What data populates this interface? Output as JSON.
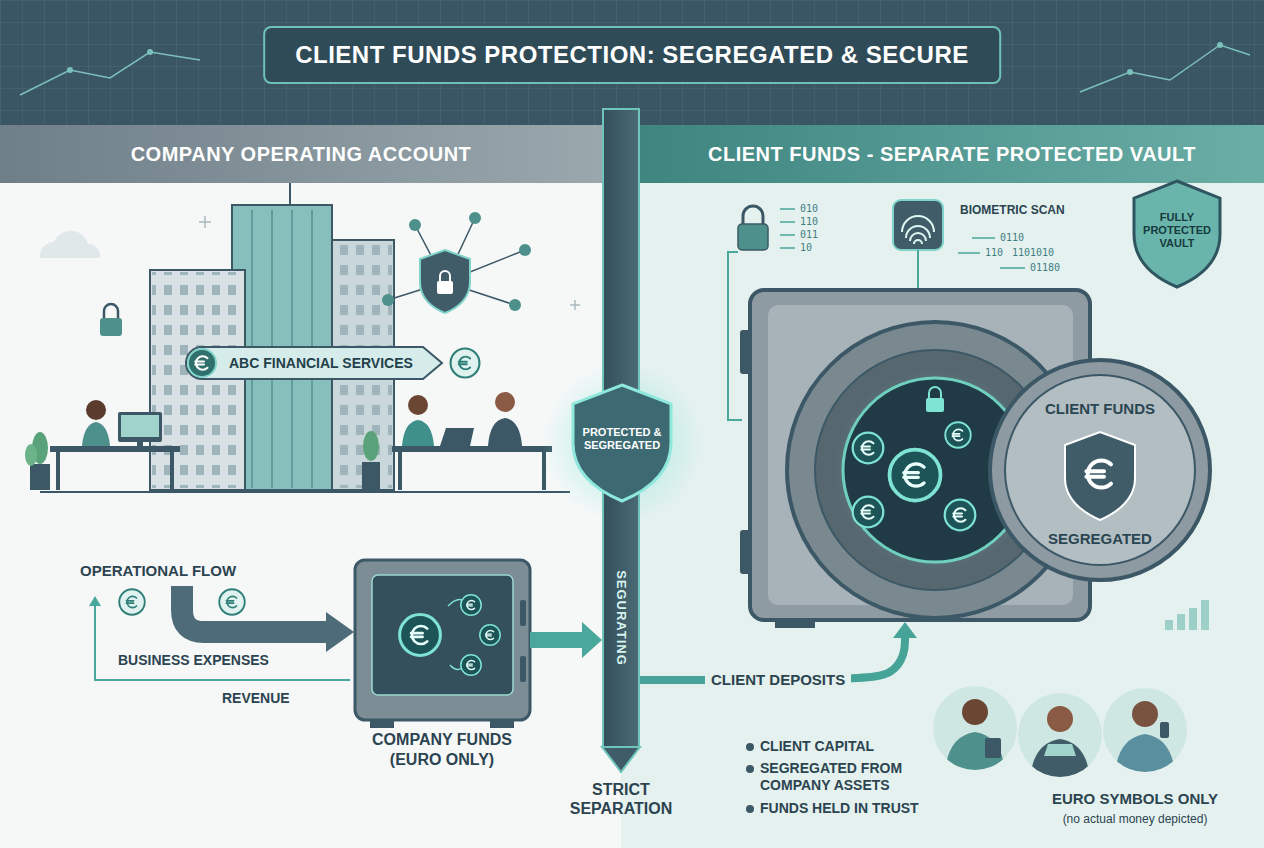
{
  "diagram": {
    "title": "CLIENT FUNDS PROTECTION: SEGREGATED & SECURE",
    "nodes": [
      {
        "text": [
          "COMPANY OPERATING ACCOUNT"
        ]
      },
      {
        "text": [
          "CLIENT FUNDS - SEPARATE PROTECTED VAULT"
        ]
      },
      {
        "text": [
          "ABC FINANCIAL SERVICES"
        ]
      },
      {
        "text": [
          "COMPANY FUNDS (EURO ONLY)"
        ]
      },
      {
        "text": [
          "PROTECTED & SEGREGATED"
        ]
      },
      {
        "text": [
          "SEGURATING"
        ]
      },
      {
        "text": [
          "FULLY PROTECTED VAULT"
        ]
      },
      {
        "text": [
          "CLIENT FUNDS",
          "SEGREGATED"
        ]
      }
    ],
    "edges": [
      {
        "from": 3,
        "to": 5,
        "arrow": "to"
      },
      {
        "from": 5,
        "to": 7,
        "label": "CLIENT DEPOSITS",
        "arrow": "to"
      }
    ],
    "labels": [
      "OPERATIONAL FLOW",
      "BUSINESS EXPENSES",
      "REVENUE",
      "STRICT SEPARATION",
      "BIOMETRIC SCAN",
      "CLIENT CAPITAL",
      "SEGREGATED FROM COMPANY ASSETS",
      "FUNDS HELD IN TRUST",
      "EURO SYMBOLS ONLY",
      "(no actual money depicted)",
      "010",
      "110",
      "011",
      "10",
      "0110",
      "110",
      "1101010",
      "01180"
    ]
  }
}
